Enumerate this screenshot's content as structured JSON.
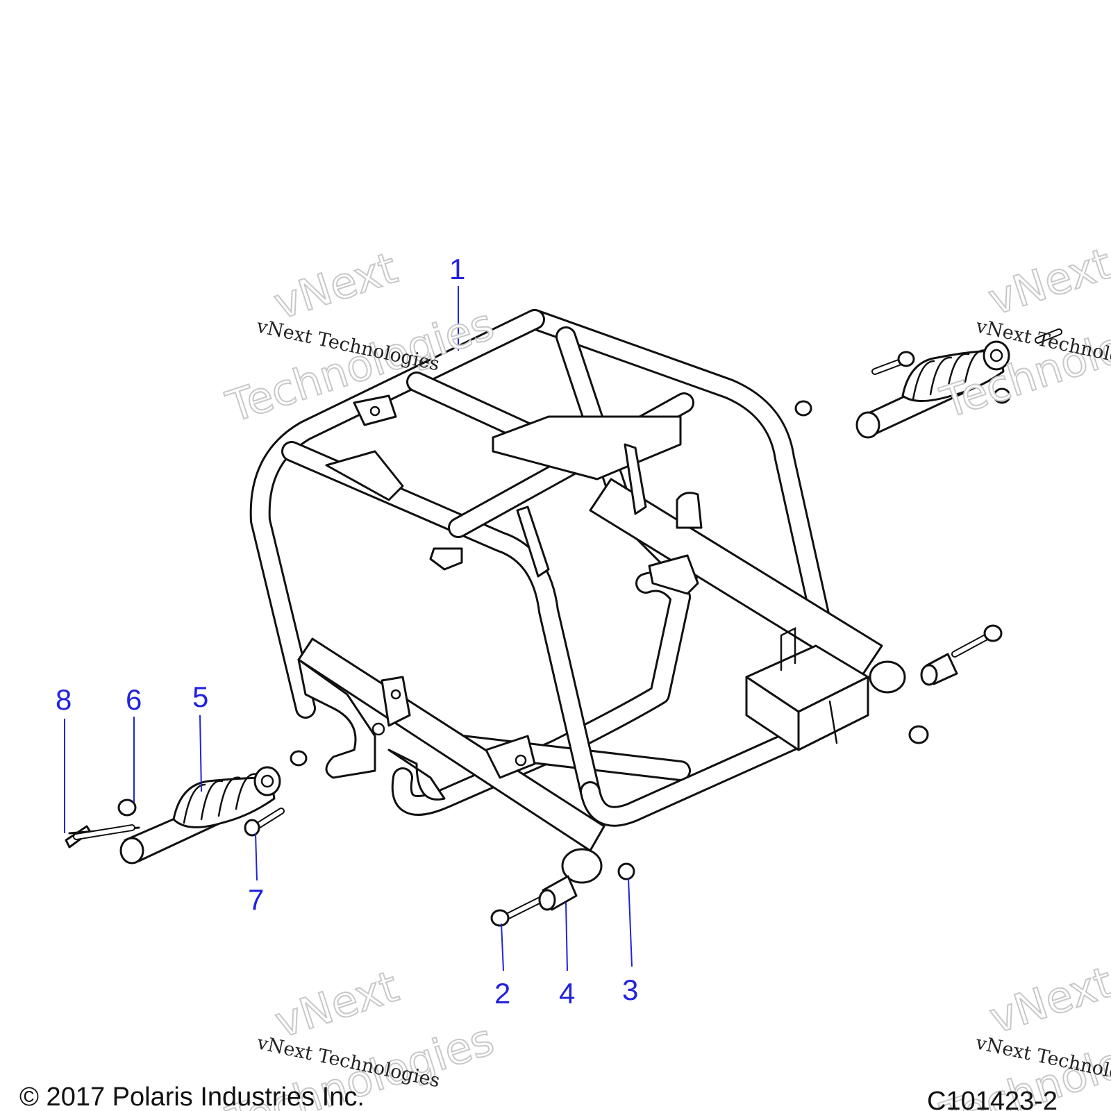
{
  "diagram": {
    "callouts": [
      "1",
      "2",
      "3",
      "4",
      "5",
      "6",
      "7",
      "8"
    ],
    "watermark": {
      "line_small": "vNext Technologies",
      "line_big_1": "vNext",
      "line_big_2": "Technologies"
    },
    "footer": {
      "copyright": "© 2017 Polaris Industries Inc.",
      "drawing_id": "C101423-2"
    }
  }
}
